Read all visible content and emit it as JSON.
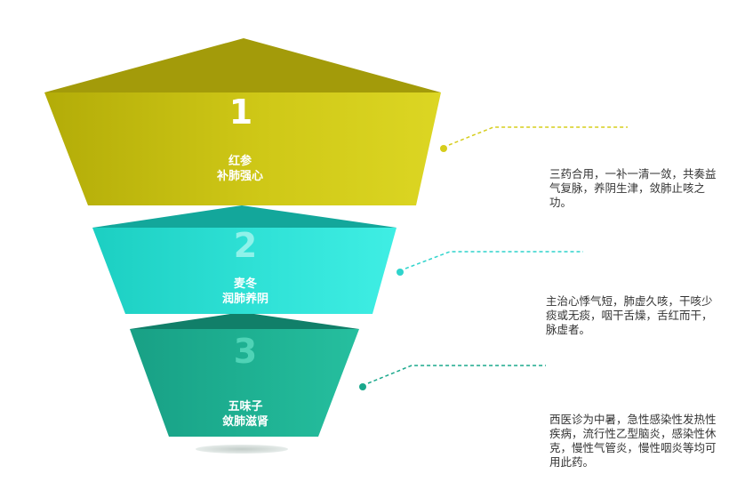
{
  "tiers": [
    {
      "number": "1",
      "herb": "红参",
      "effect": "补肺强心",
      "note": "三药合用，一补一清一敛，共奏益气复脉，养阴生津，敛肺止咳之功。",
      "colors": {
        "front": "#c3bc0e",
        "front_light": "#d8d21e",
        "top": "#a39b0a",
        "connector": "#d6cd1c"
      }
    },
    {
      "number": "2",
      "herb": "麦冬",
      "effect": "润肺养阴",
      "note": "主治心悸气短，肺虚久咳，干咳少痰或无痰，咽干舌燥，舌红而干，脉虚者。",
      "colors": {
        "front": "#22d8cc",
        "front_light": "#40ebe0",
        "top": "#12a89c",
        "connector": "#2fd4cc"
      }
    },
    {
      "number": "3",
      "herb": "五味子",
      "effect": "敛肺滋肾",
      "note": "西医诊为中暑，急性感染性发热性疾病，流行性乙型脑炎，感染性休克，慢性气管炎，慢性咽炎等均可用此药。",
      "colors": {
        "front": "#1aa88c",
        "front_light": "#26bd9e",
        "top": "#107e68",
        "connector": "#1aa88c"
      }
    }
  ],
  "shadow_color": "#cfd8d4"
}
